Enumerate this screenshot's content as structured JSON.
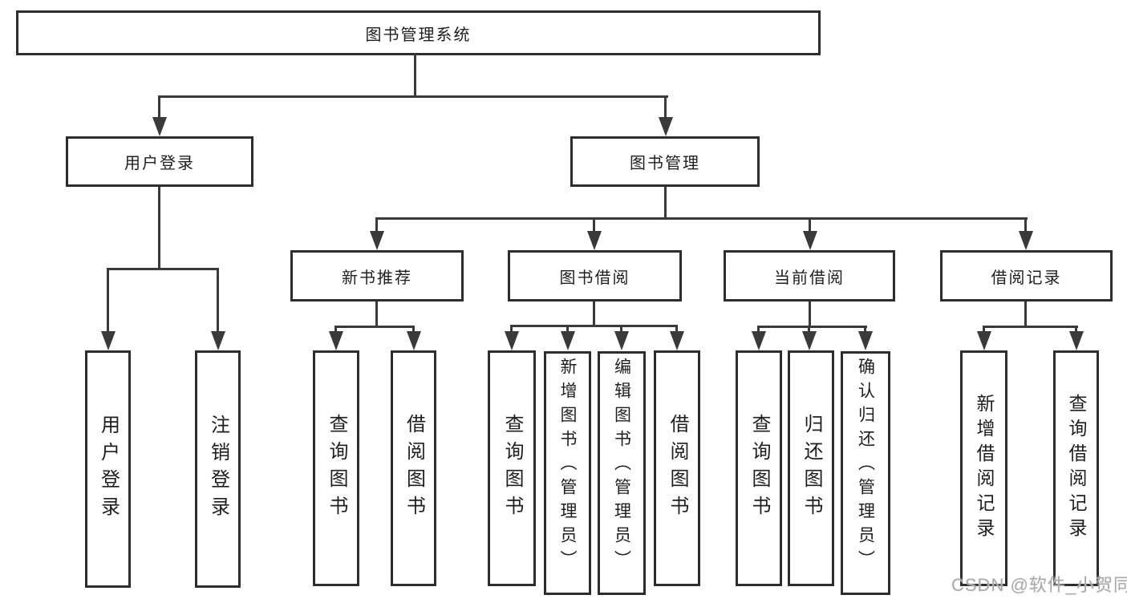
{
  "tree": {
    "root": "图书管理系统",
    "user_login": {
      "label": "用户登录",
      "children": [
        "用户登录",
        "注销登录"
      ]
    },
    "book_management": {
      "label": "图书管理",
      "sections": [
        {
          "label": "新书推荐",
          "children": [
            "查询图书",
            "借阅图书"
          ]
        },
        {
          "label": "图书借阅",
          "children": [
            "查询图书",
            "新增图书（管理员）",
            "编辑图书（管理员）",
            "借阅图书"
          ]
        },
        {
          "label": "当前借阅",
          "children": [
            "查询图书",
            "归还图书",
            "确认归还（管理员）"
          ]
        },
        {
          "label": "借阅记录",
          "children": [
            "新增借阅记录",
            "查询借阅记录"
          ]
        }
      ]
    }
  },
  "watermark": "CSDN @软件_小贺同学",
  "colors": {
    "line": "#3a3a3a",
    "border": "#2d2d2d",
    "text": "#1e1e1e",
    "watermark": "#a9a9a9",
    "background": "#ffffff"
  }
}
